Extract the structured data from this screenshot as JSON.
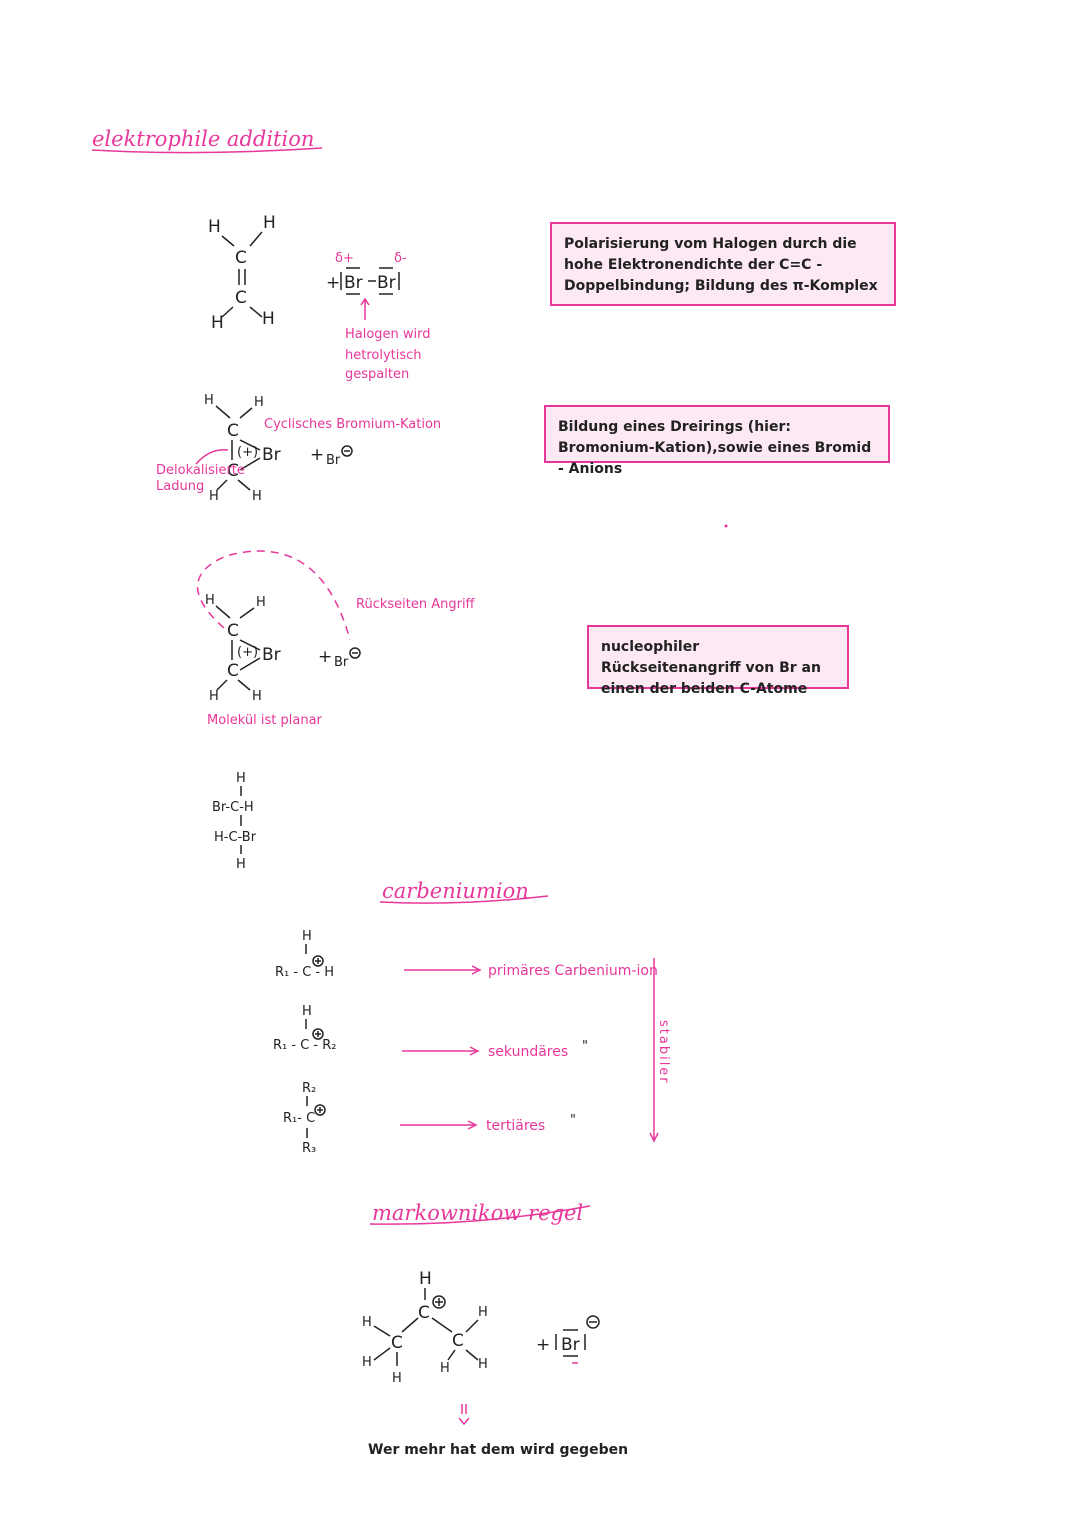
{
  "titles": {
    "electrophilic_addition": "elektrophile addition",
    "carbenium_ion": "carbeniumion",
    "markovnikov": "markownikow regel"
  },
  "annotations": {
    "delta_plus": "δ+",
    "delta_minus": "δ-",
    "halogen_note": [
      "Halogen wird",
      "hetrolytisch",
      "gespalten"
    ],
    "cyclic_bromium": "Cyclisches Bromium-Kation",
    "delocalized_charge": [
      "Delokalisierte",
      "Ladung"
    ],
    "backside_attack": "Rückseiten Angriff",
    "planar_molecule": "Molekül ist planar",
    "bromide": "Br",
    "primary": "primäres Carbenium-ion",
    "secondary": "sekundäres",
    "tertiary": "tertiäres",
    "ditto": "\"",
    "more_stable": "stabiler"
  },
  "boxes": {
    "polarization": "Polarisierung vom Halogen durch die hohe Elektronendichte der C=C - Doppelbindung; Bildung des π-Komplex",
    "three_ring": "Bildung eines Dreirings (hier: Bromonium-Kation),sowie eines Bromid - Anions",
    "nucleophilic": "nucleophiler Rückseitenangriff von Br an einen der beiden C-Atome"
  },
  "caption": "Wer mehr hat dem wird gegeben"
}
